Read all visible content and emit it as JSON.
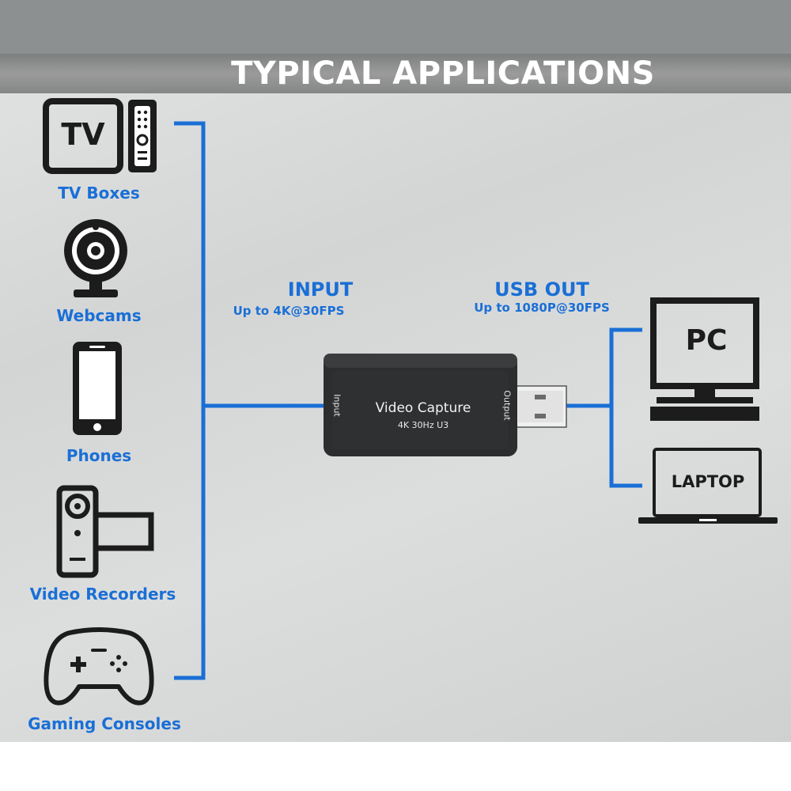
{
  "title": "TYPICAL APPLICATIONS",
  "devices": {
    "tv": {
      "icon": "tv-icon",
      "icon_text": "TV",
      "label": "TV Boxes"
    },
    "webcam": {
      "icon": "webcam-icon",
      "label": "Webcams"
    },
    "phone": {
      "icon": "phone-icon",
      "label": "Phones"
    },
    "camcorder": {
      "icon": "video-camera-icon",
      "label": "Video Recorders"
    },
    "gamepad": {
      "icon": "gamepad-icon",
      "label": "Gaming Consoles"
    }
  },
  "input": {
    "title": "INPUT",
    "subtitle": "Up to 4K@30FPS"
  },
  "output": {
    "title": "USB OUT",
    "subtitle": "Up to 1080P@30FPS"
  },
  "dongle": {
    "input_port": "Input",
    "output_port": "Output",
    "name": "Video Capture",
    "spec": "4K 30Hz U3"
  },
  "computers": {
    "pc": {
      "icon": "pc-monitor-icon",
      "label": "PC"
    },
    "laptop": {
      "icon": "laptop-icon",
      "label": "LAPTOP"
    }
  },
  "colors": {
    "accent": "#1a6fd6",
    "dongle": "#2b2d2f",
    "icon": "#1c1c1c"
  }
}
